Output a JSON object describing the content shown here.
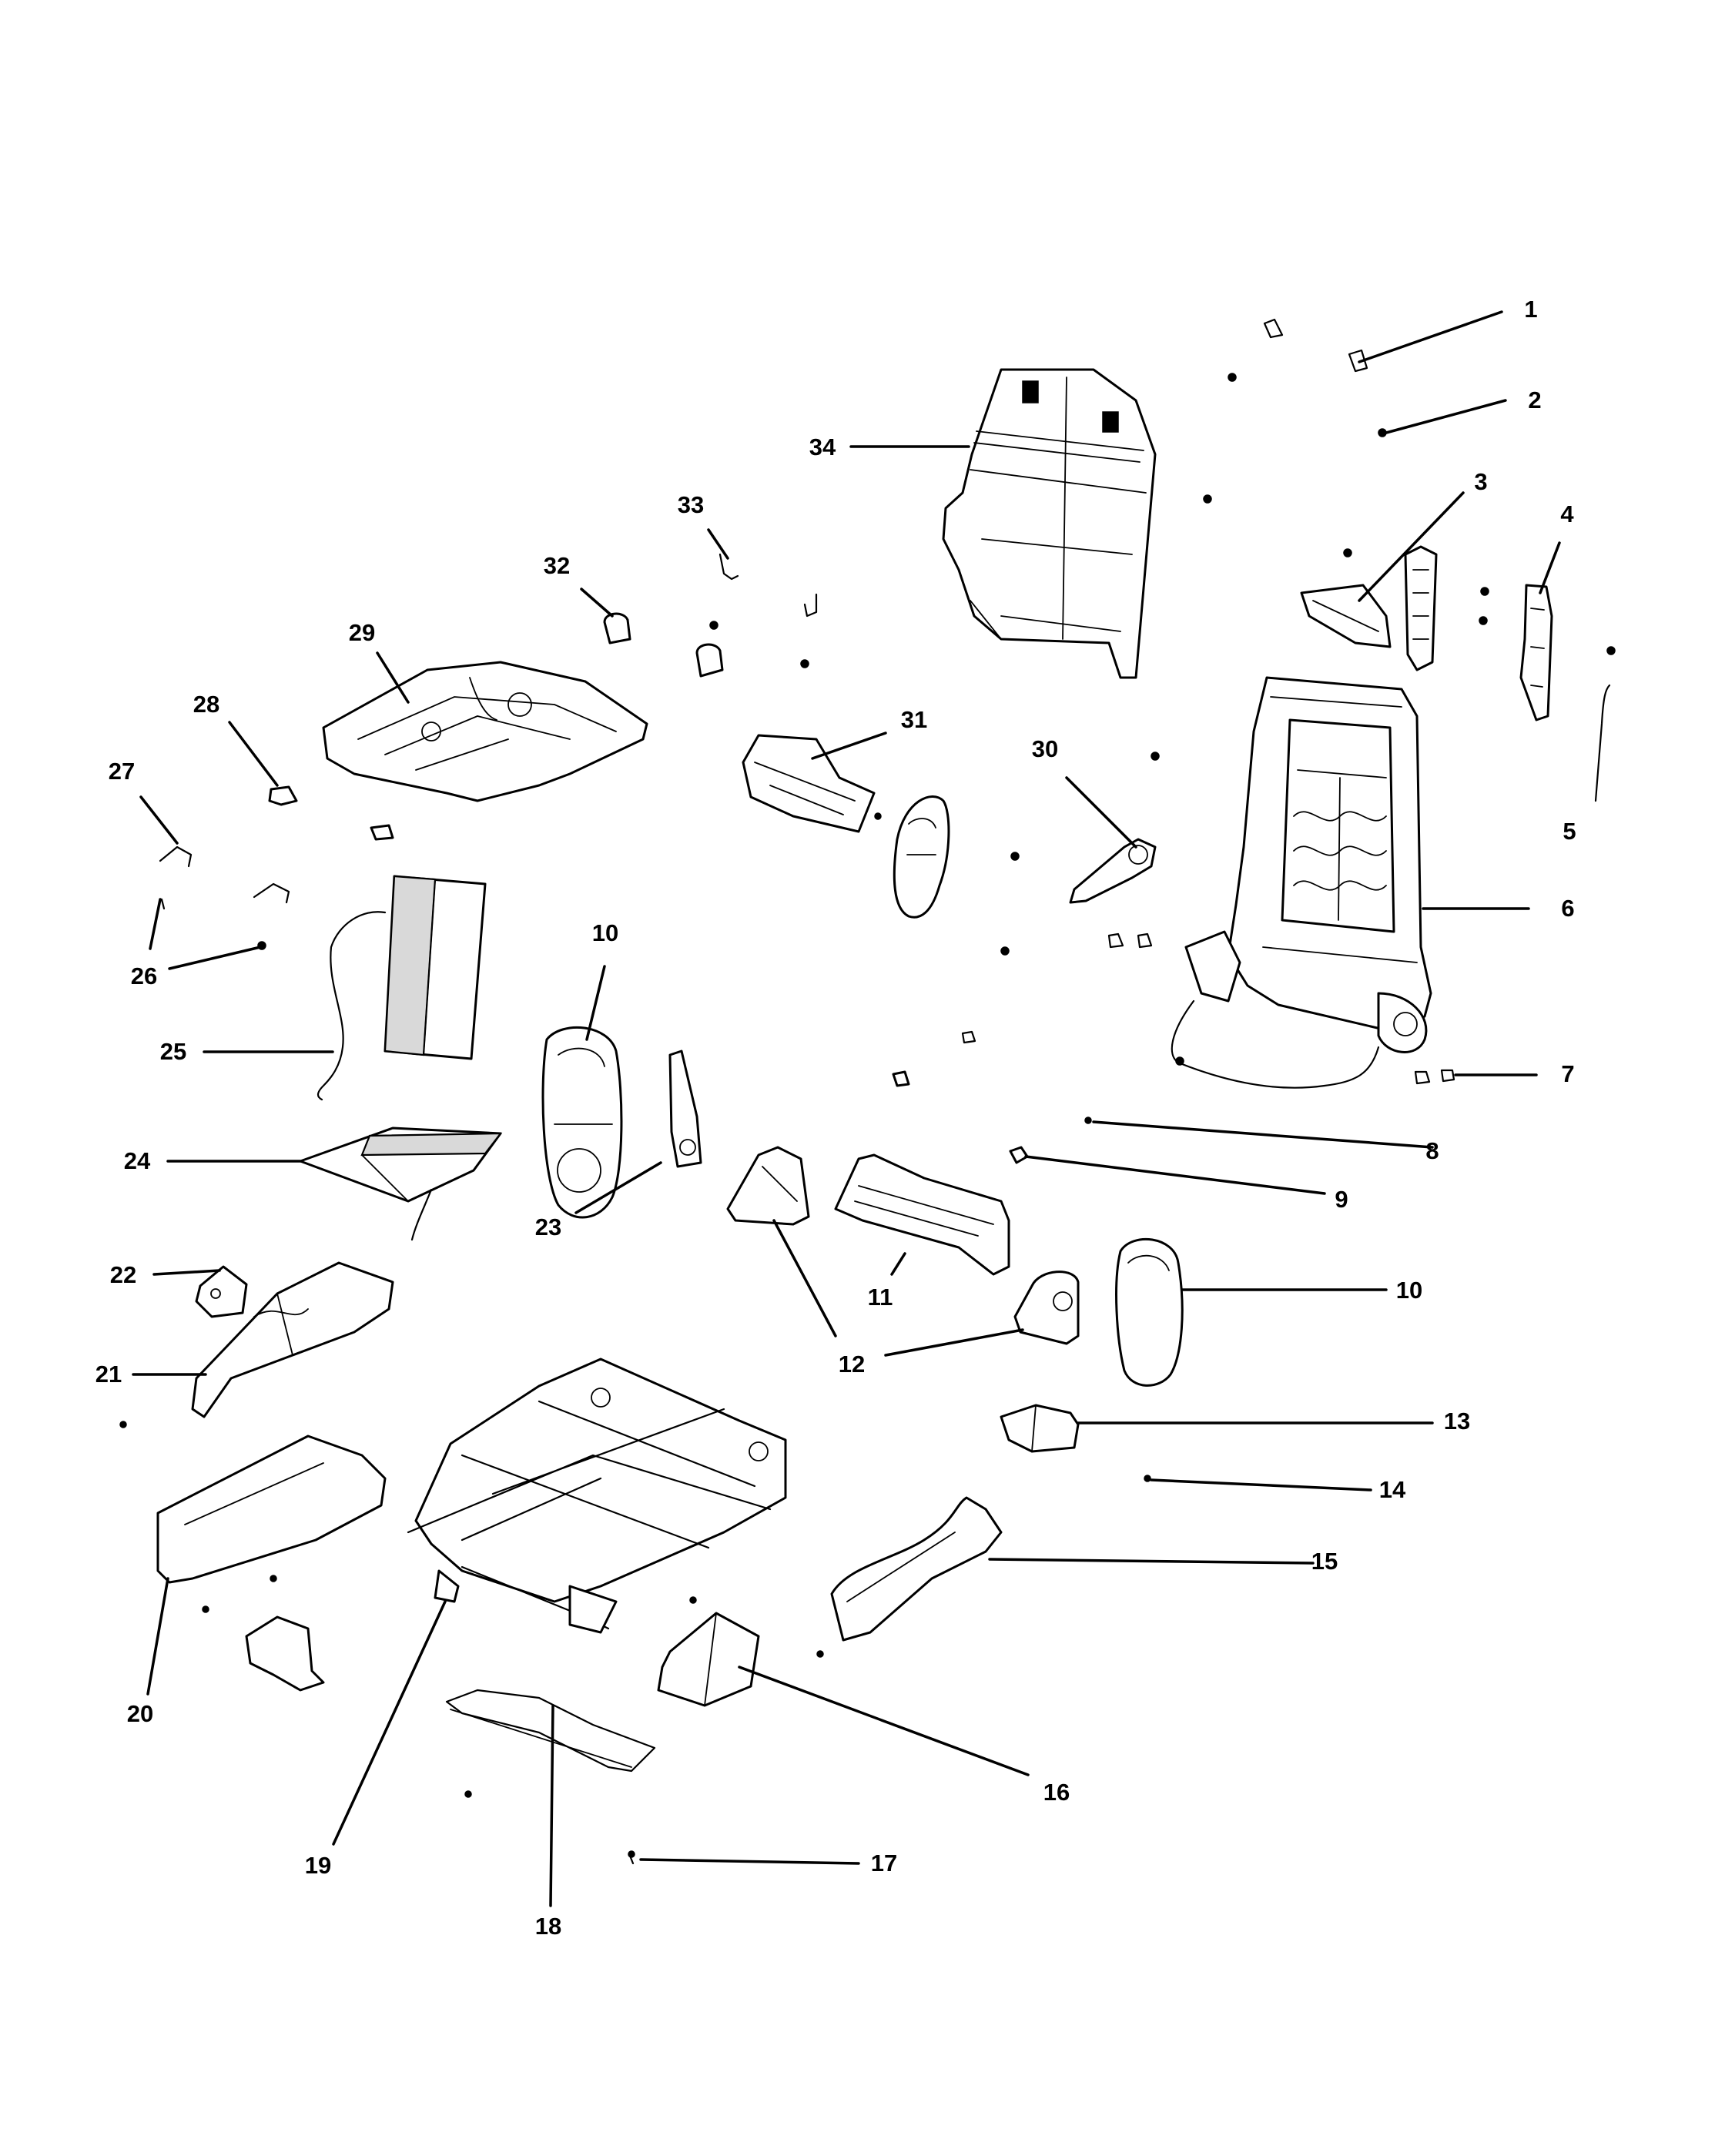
{
  "callouts": [
    {
      "id": "c1",
      "label": "1"
    },
    {
      "id": "c2",
      "label": "2"
    },
    {
      "id": "c3",
      "label": "3"
    },
    {
      "id": "c4",
      "label": "4"
    },
    {
      "id": "c5",
      "label": "5"
    },
    {
      "id": "c6",
      "label": "6"
    },
    {
      "id": "c7",
      "label": "7"
    },
    {
      "id": "c8",
      "label": "8"
    },
    {
      "id": "c9",
      "label": "9"
    },
    {
      "id": "c10a",
      "label": "10"
    },
    {
      "id": "c10b",
      "label": "10"
    },
    {
      "id": "c11",
      "label": "11"
    },
    {
      "id": "c12",
      "label": "12"
    },
    {
      "id": "c13",
      "label": "13"
    },
    {
      "id": "c14",
      "label": "14"
    },
    {
      "id": "c15",
      "label": "15"
    },
    {
      "id": "c16",
      "label": "16"
    },
    {
      "id": "c17",
      "label": "17"
    },
    {
      "id": "c18",
      "label": "18"
    },
    {
      "id": "c19",
      "label": "19"
    },
    {
      "id": "c20",
      "label": "20"
    },
    {
      "id": "c21",
      "label": "21"
    },
    {
      "id": "c22",
      "label": "22"
    },
    {
      "id": "c23",
      "label": "23"
    },
    {
      "id": "c24",
      "label": "24"
    },
    {
      "id": "c25",
      "label": "25"
    },
    {
      "id": "c26",
      "label": "26"
    },
    {
      "id": "c27",
      "label": "27"
    },
    {
      "id": "c28",
      "label": "28"
    },
    {
      "id": "c29",
      "label": "29"
    },
    {
      "id": "c30",
      "label": "30"
    },
    {
      "id": "c31",
      "label": "31"
    },
    {
      "id": "c32",
      "label": "32"
    },
    {
      "id": "c33",
      "label": "33"
    },
    {
      "id": "c34",
      "label": "34"
    }
  ]
}
